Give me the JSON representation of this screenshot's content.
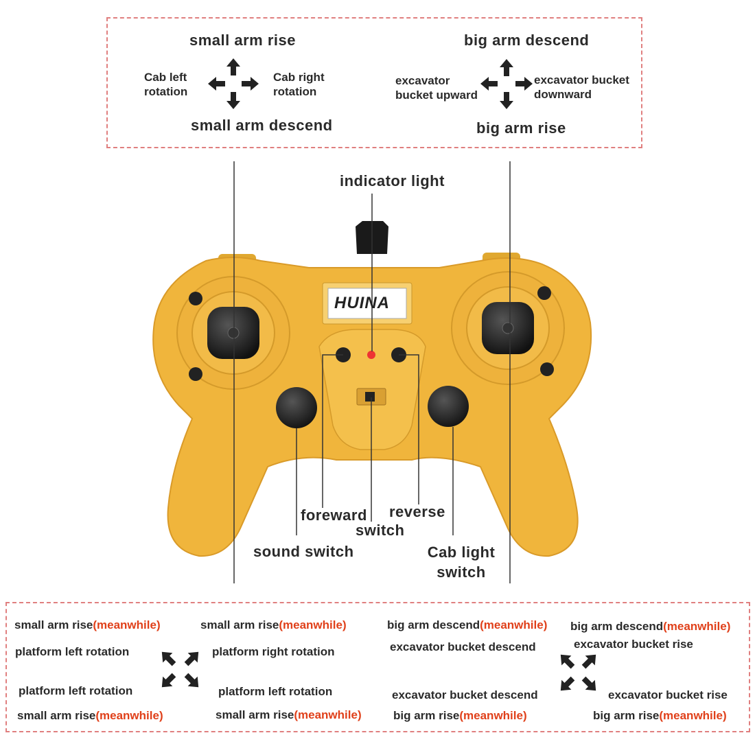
{
  "top_box": {
    "left_stick": {
      "up": "small arm rise",
      "down": "small arm descend",
      "left": "Cab left rotation",
      "right": "Cab right rotation"
    },
    "right_stick": {
      "up": "big arm descend",
      "down": "big arm rise",
      "left": "excavator bucket upward",
      "right": "excavator bucket downward"
    }
  },
  "controller": {
    "brand": "HUINA",
    "labels": {
      "indicator_light": "indicator light",
      "foreward": "foreward",
      "reverse": "reverse",
      "switch": "switch",
      "sound_switch": "sound switch",
      "cab_light_switch": "Cab light switch"
    },
    "colors": {
      "body": "#f0b53c",
      "accent": "#e0401a",
      "frame": "#e07f7f"
    }
  },
  "bottom_box": {
    "meanwhile": "(meanwhile)",
    "left_group": {
      "top_left": {
        "main": "small arm rise",
        "sub": "platform left rotation"
      },
      "top_right": {
        "main": "small arm rise",
        "sub": "platform right rotation"
      },
      "bottom_left": {
        "main": "small arm rise",
        "sub": "platform left rotation"
      },
      "bottom_right": {
        "main": "small arm rise",
        "sub": "platform left rotation"
      }
    },
    "right_group": {
      "top_left": {
        "main": "big arm descend",
        "sub": "excavator bucket descend"
      },
      "top_right": {
        "main": "big arm descend",
        "sub": "excavator bucket rise"
      },
      "bottom_left": {
        "main": "big arm rise",
        "sub": "excavator bucket descend"
      },
      "bottom_right": {
        "main": "big arm rise",
        "sub": "excavator bucket rise"
      }
    }
  }
}
